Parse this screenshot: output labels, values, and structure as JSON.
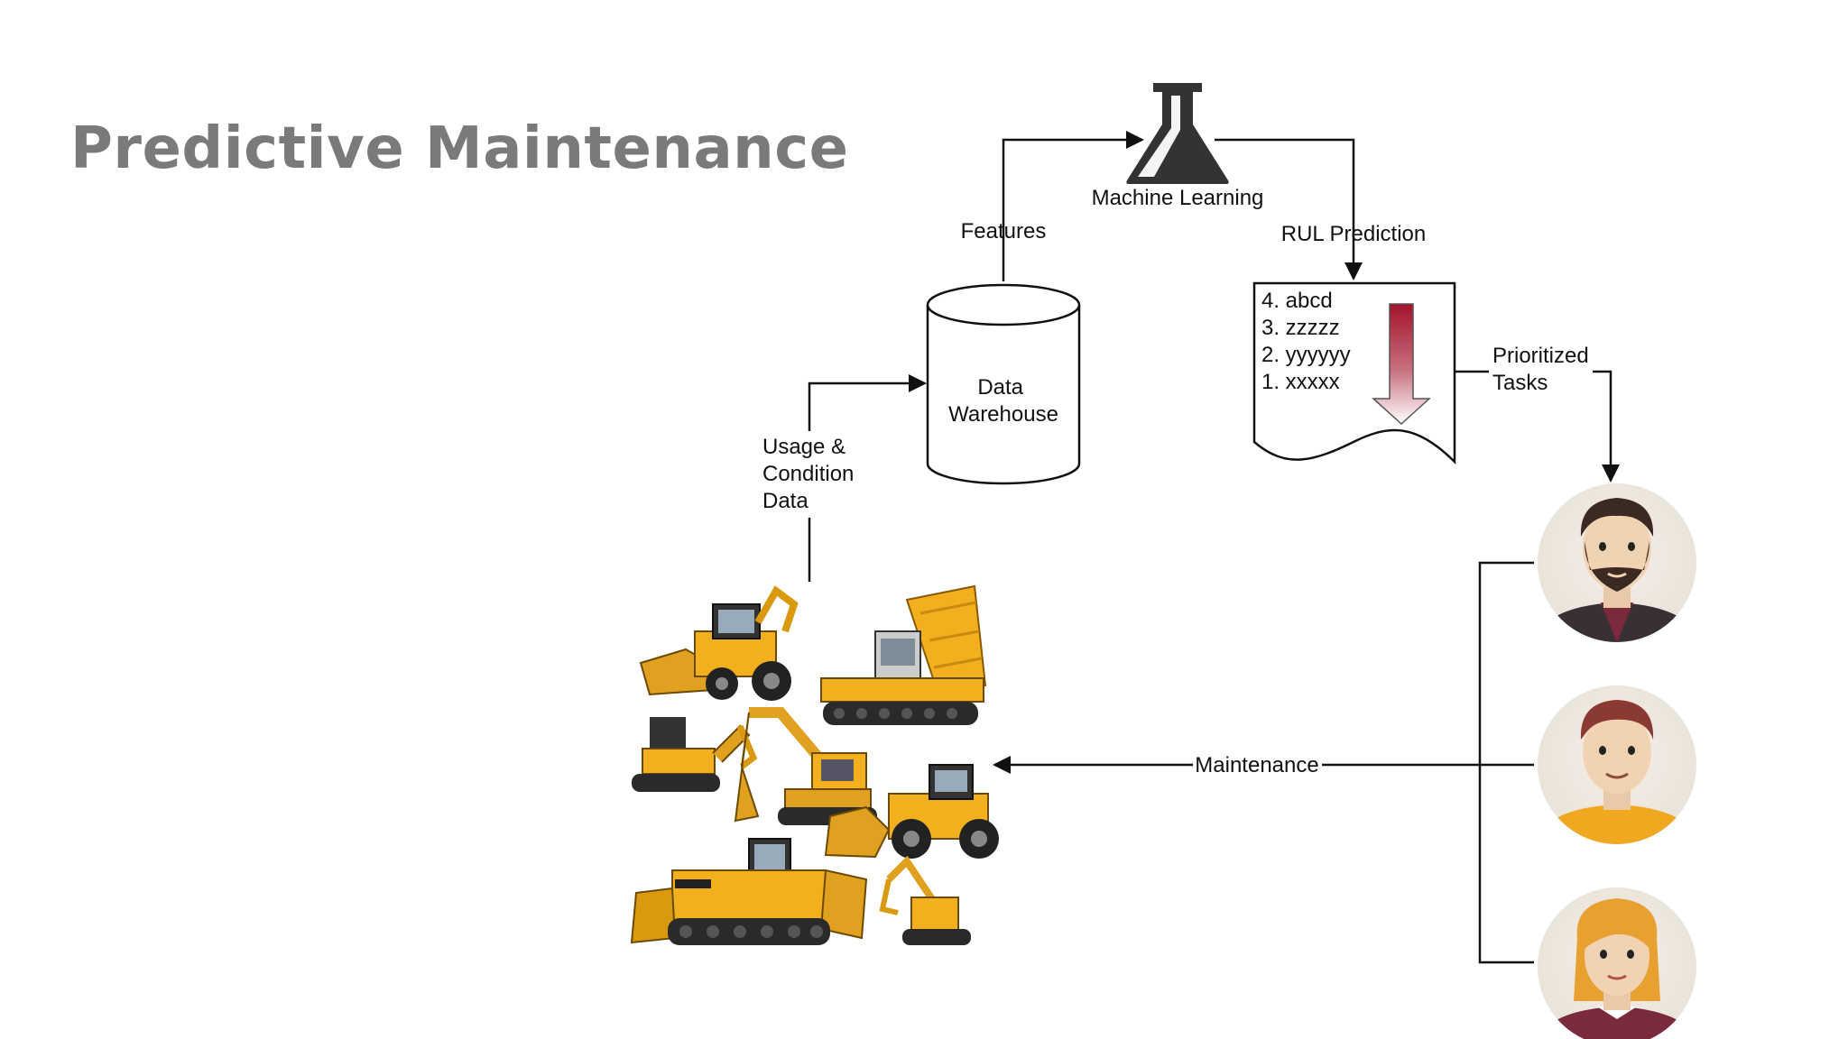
{
  "slide": {
    "title": "Predictive Maintenance"
  },
  "diagram": {
    "machine_learning_label": "Machine Learning",
    "features_label": "Features",
    "rul_prediction_label": "RUL Prediction",
    "data_warehouse_label": [
      "Data",
      "Warehouse"
    ],
    "usage_condition_label": [
      "Usage &",
      "Condition",
      "Data"
    ],
    "prioritized_tasks_label": [
      "Prioritized",
      "Tasks"
    ],
    "maintenance_label": "Maintenance",
    "task_list": [
      "4. abcd",
      "3. zzzzz",
      "2. yyyyyy",
      "1. xxxxx"
    ]
  },
  "icons": {
    "flask": "flask-icon",
    "database": "database-cylinder",
    "document": "document-icon",
    "priority_arrow": "down-arrow-icon",
    "equipment": "construction-equipment-image",
    "people": [
      "technician-avatar-bearded-man",
      "technician-avatar-man",
      "technician-avatar-woman"
    ]
  },
  "colors": {
    "title": "#7a7a7a",
    "line": "#111111",
    "machine_yellow": "#f2b01e",
    "arrow_red": "#a3122c"
  }
}
